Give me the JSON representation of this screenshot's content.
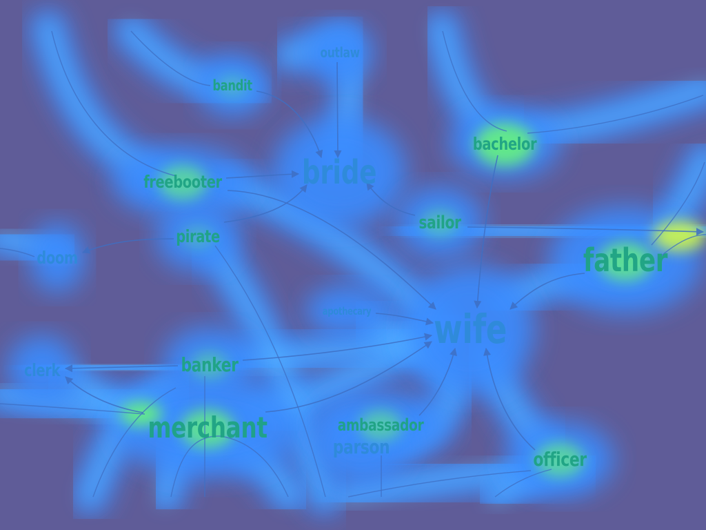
{
  "nodes": [
    {
      "id": "outlaw",
      "label": "outlaw",
      "heat": 0.55
    },
    {
      "id": "bandit",
      "label": "bandit",
      "heat": 0.7
    },
    {
      "id": "bride",
      "label": "bride",
      "heat": 0.45
    },
    {
      "id": "bachelor",
      "label": "bachelor",
      "heat": 0.95
    },
    {
      "id": "freebooter",
      "label": "freebooter",
      "heat": 0.85
    },
    {
      "id": "sailor",
      "label": "sailor",
      "heat": 0.75
    },
    {
      "id": "pirate",
      "label": "pirate",
      "heat": 0.7
    },
    {
      "id": "father",
      "label": "father",
      "heat": 0.9
    },
    {
      "id": "doom",
      "label": "doom",
      "heat": 0.35
    },
    {
      "id": "apothecary",
      "label": "apothecary",
      "heat": 0.3
    },
    {
      "id": "wife",
      "label": "wife",
      "heat": 0.55
    },
    {
      "id": "clerk",
      "label": "clerk",
      "heat": 0.4
    },
    {
      "id": "banker",
      "label": "banker",
      "heat": 0.75
    },
    {
      "id": "merchant",
      "label": "merchant",
      "heat": 0.9
    },
    {
      "id": "ambassador",
      "label": "ambassador",
      "heat": 0.8
    },
    {
      "id": "parson",
      "label": "parson",
      "heat": 0.5
    },
    {
      "id": "officer",
      "label": "officer",
      "heat": 0.85
    }
  ],
  "edges": [
    {
      "from": "outlaw",
      "to": "bride"
    },
    {
      "from": "bandit",
      "to": "bride"
    },
    {
      "from": "freebooter",
      "to": "bride"
    },
    {
      "from": "pirate",
      "to": "bride"
    },
    {
      "from": "sailor",
      "to": "bride"
    },
    {
      "from": "pirate",
      "to": "doom"
    },
    {
      "from": "freebooter",
      "to": "wife"
    },
    {
      "from": "apothecary",
      "to": "wife"
    },
    {
      "from": "bachelor",
      "to": "wife"
    },
    {
      "from": "father",
      "to": "wife"
    },
    {
      "from": "banker",
      "to": "wife"
    },
    {
      "from": "merchant",
      "to": "wife"
    },
    {
      "from": "ambassador",
      "to": "wife"
    },
    {
      "from": "officer",
      "to": "wife"
    },
    {
      "from": "banker",
      "to": "clerk"
    },
    {
      "from": "merchant",
      "to": "clerk"
    },
    {
      "from": "sailor",
      "to": "father"
    }
  ],
  "colors": {
    "background": "#5f5c98",
    "glow": "#3a8cff",
    "halo": "#5ab8ff",
    "hot": "#6cff70",
    "hottest": "#d8ff40",
    "edge": "#3e6fc4",
    "label": "#2f8bd9",
    "label_hot": "#1fa384"
  }
}
